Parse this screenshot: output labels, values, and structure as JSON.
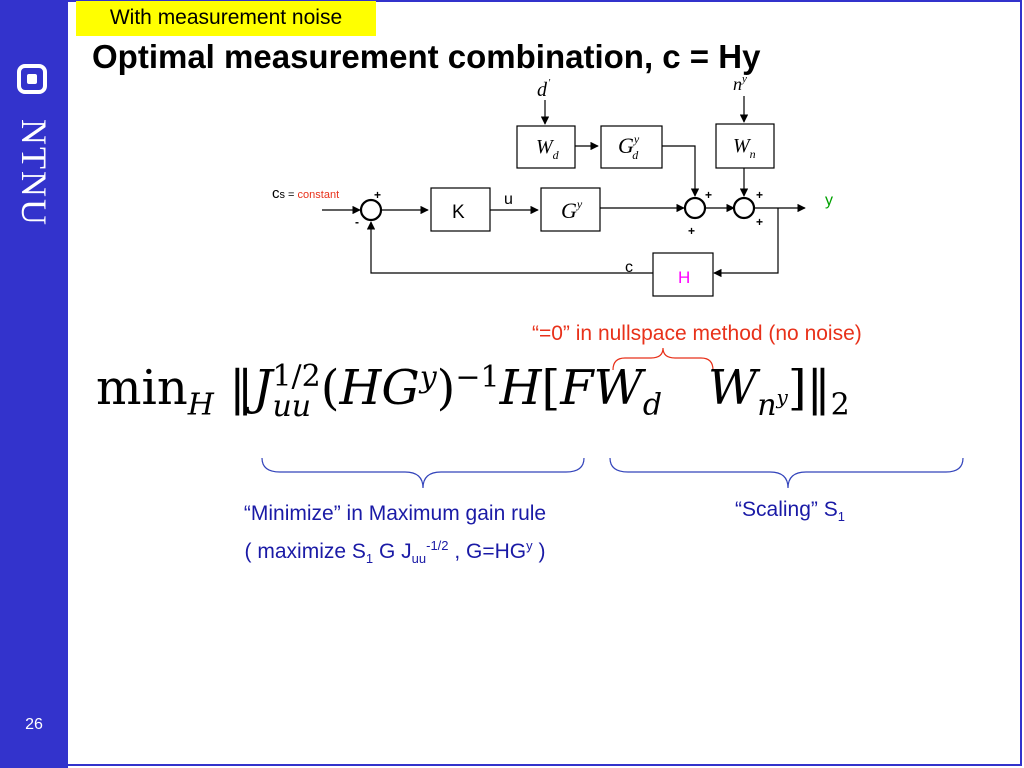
{
  "sidebar": {
    "logo_text": "NTNU",
    "page_number": "26"
  },
  "tag": "With measurement noise",
  "title": "Optimal measurement combination, c = Hy",
  "diagram": {
    "d_label": "d",
    "d_prime": "'",
    "ny_label": "n",
    "ny_sup": "y",
    "Wd_label": "W",
    "Wd_sub": "d",
    "Gdy_label": "G",
    "Gdy_sup": "y",
    "Gdy_sub": "d",
    "Wn_label": "W",
    "Wn_sub": "n",
    "cs_label": "c",
    "cs_sub": "s",
    "cs_eq": " = ",
    "constant": "constant",
    "K_label": "K",
    "u_label": "u",
    "Gy_label": "G",
    "Gy_sup": "y",
    "y_label": "y",
    "c_label": "c",
    "H_label": "H",
    "plus": "+",
    "minus": "-"
  },
  "nullspace_label": "“=0” in nullspace method (no noise)",
  "formula": {
    "min": "min",
    "min_sub": "H",
    "norm_open": "‖",
    "J": "J",
    "J_sup": "1/2",
    "J_sub": "uu",
    "paren_open": "(",
    "HG": "HG",
    "y_sup": "y",
    "paren_close": ")",
    "inv_sup": "−1",
    "H": "H",
    "bracket_open": "[",
    "FW": "FW",
    "d_sub": "d",
    "W": "W",
    "n_sub": "n",
    "n_sub_sup": "y",
    "bracket_close": "]",
    "norm_close": "‖",
    "two_sub": "2"
  },
  "minimize_note": {
    "line1": "“Minimize” in Maximum gain rule",
    "line2_a": "( maximize S",
    "line2_s1": "1",
    "line2_b": " G J",
    "line2_uu": "uu",
    "line2_exp": "-1/2",
    "line2_c": " , G=HG",
    "line2_y": "y",
    "line2_d": " )"
  },
  "scaling_note": {
    "text": "“Scaling” S",
    "sub": "1"
  },
  "colors": {
    "sidebar": "#3333cc",
    "tag_bg": "#ffff00",
    "red": "#e8311a",
    "magenta": "#ff00ff",
    "green": "#00a000",
    "blue_text": "#1a1aa6"
  }
}
